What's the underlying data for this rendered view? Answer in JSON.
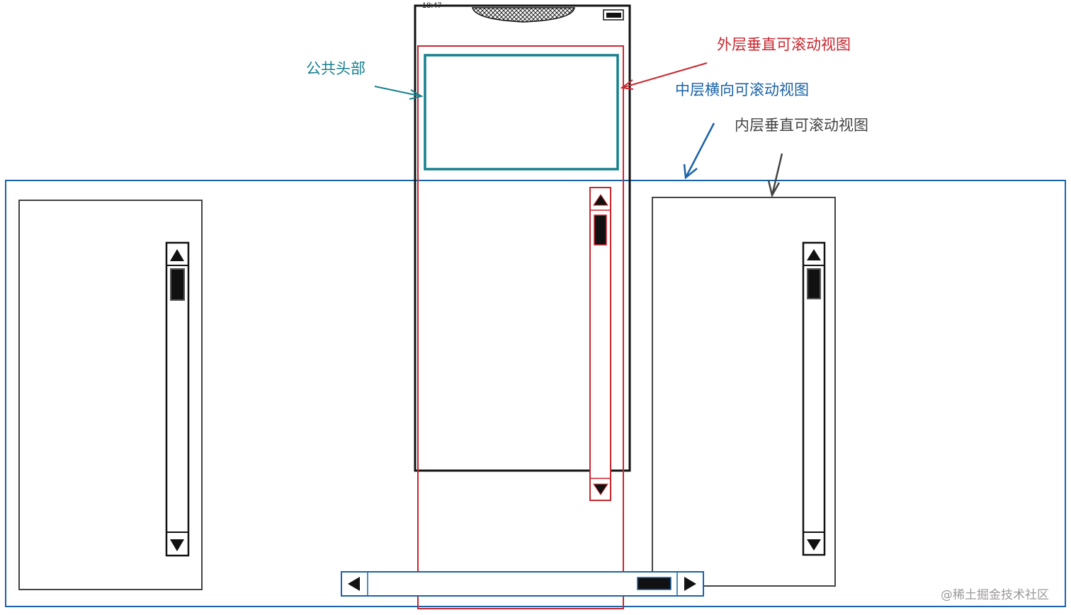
{
  "phone": {
    "status_time": "18:47"
  },
  "labels": {
    "public_header": "公共头部",
    "outer_vertical": "外层垂直可滚动视图",
    "middle_horizontal": "中层横向可滚动视图",
    "inner_vertical": "内层垂直可滚动视图"
  },
  "colors": {
    "teal": "#16808d",
    "red": "#c8272f",
    "blue": "#1a62a8",
    "gray": "#444444",
    "black": "#111111"
  },
  "icons": {
    "scroll_up": "triangle-up-icon",
    "scroll_down": "triangle-down-icon",
    "scroll_left": "triangle-left-icon",
    "scroll_right": "triangle-right-icon",
    "notch": "crosshatch-notch-icon",
    "battery": "battery-icon"
  },
  "watermark": "@稀土掘金技术社区"
}
